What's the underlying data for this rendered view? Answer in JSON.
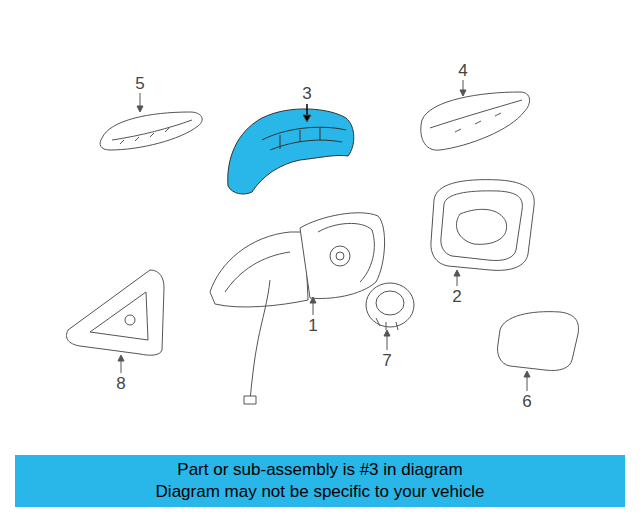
{
  "diagram": {
    "nodes": [
      {
        "text": [
          "Part or sub-assembly is #3 in diagram",
          "Diagram may not be specific to your vehicle"
        ]
      }
    ],
    "labels": [
      "5",
      "3",
      "4",
      "2",
      "1",
      "7",
      "8",
      "6"
    ]
  }
}
